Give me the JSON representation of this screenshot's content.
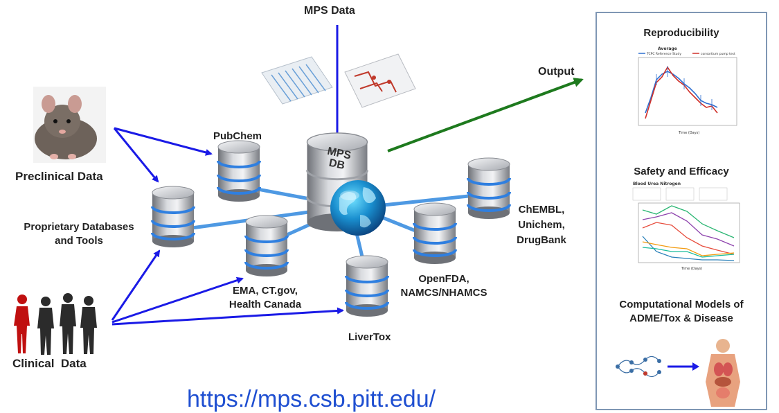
{
  "labels": {
    "mps_data": "MPS Data",
    "output": "Output",
    "pubchem": "PubChem",
    "preclinical": "Preclinical Data",
    "proprietary_line1": "Proprietary Databases",
    "proprietary_line2": "and Tools",
    "chembl_line1": "ChEMBL,",
    "chembl_line2": "Unichem,",
    "chembl_line3": "DrugBank",
    "ema_line1": "EMA, CT.gov,",
    "ema_line2": "Health Canada",
    "openfda_line1": "OpenFDA,",
    "openfda_line2": "NAMCS/NHAMCS",
    "livertox": "LiverTox",
    "clinical": "Clinical  Data",
    "mps_db_line1": "MPS",
    "mps_db_line2": "DB"
  },
  "panel": {
    "reproducibility": "Reproducibility",
    "repro_chart_title": "Average",
    "repro_legend_1": "TCPC Reference Study",
    "repro_legend_2": "consortium pump test",
    "safety_efficacy": "Safety and Efficacy",
    "safety_chart_title": "Blood Urea Nitrogen",
    "time_days": "Time (Days)",
    "computational_line1": "Computational Models of",
    "computational_line2": "ADME/Tox & Disease"
  },
  "url": "https://mps.csb.pitt.edu/",
  "colors": {
    "arrow_blue": "#1a1ae6",
    "arrow_green": "#1e7a1e",
    "connector_blue": "#3b8fe0",
    "panel_border": "#7f97b4",
    "url_blue": "#1f4fd1"
  }
}
